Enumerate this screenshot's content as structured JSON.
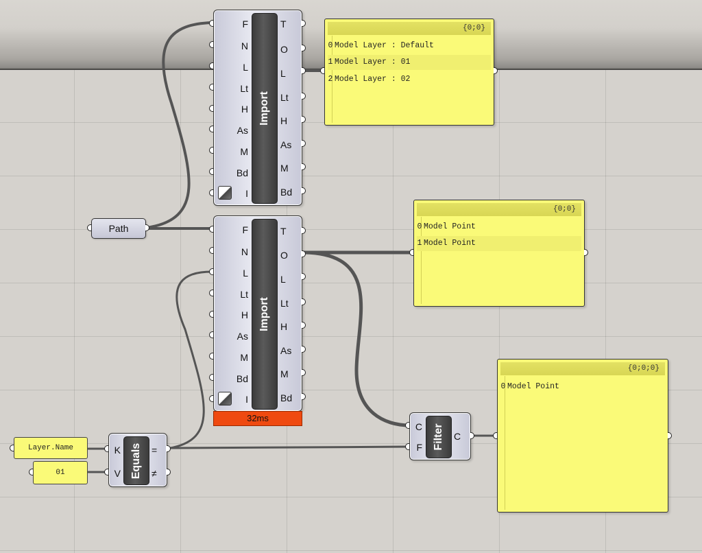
{
  "canvas": {
    "colors": {
      "background": "#d5d2cd",
      "panel": "#fafa78",
      "timer": "#ef4a10",
      "wire": "#555555"
    }
  },
  "path_param": {
    "label": "Path"
  },
  "import_top": {
    "title": "Import",
    "inputs": [
      "F",
      "N",
      "L",
      "Lt",
      "H",
      "As",
      "M",
      "Bd",
      "I"
    ],
    "outputs": [
      "T",
      "O",
      "L",
      "Lt",
      "H",
      "As",
      "M",
      "Bd"
    ]
  },
  "import_bottom": {
    "title": "Import",
    "inputs": [
      "F",
      "N",
      "L",
      "Lt",
      "H",
      "As",
      "M",
      "Bd",
      "I"
    ],
    "outputs": [
      "T",
      "O",
      "L",
      "Lt",
      "H",
      "As",
      "M",
      "Bd"
    ],
    "timer": "32ms"
  },
  "panel_layers": {
    "path": "{0;0}",
    "rows": [
      {
        "index": "0",
        "value": "Model Layer : Default"
      },
      {
        "index": "1",
        "value": "Model Layer : 01"
      },
      {
        "index": "2",
        "value": "Model Layer : 02"
      }
    ]
  },
  "panel_points": {
    "path": "{0;0}",
    "rows": [
      {
        "index": "0",
        "value": "Model Point"
      },
      {
        "index": "1",
        "value": "Model Point"
      }
    ]
  },
  "panel_filtered": {
    "path": "{0;0;0}",
    "rows": [
      {
        "index": "0",
        "value": "Model Point"
      }
    ]
  },
  "equals": {
    "title": "Equals",
    "inputs": [
      "K",
      "V"
    ],
    "outputs": [
      "=",
      "≠"
    ]
  },
  "filter": {
    "title": "Filter",
    "inputs": [
      "C",
      "F"
    ],
    "outputs": [
      "C"
    ]
  },
  "inputs": {
    "layer_name": "Layer.Name",
    "layer_value": "01"
  },
  "icons": {
    "toggle": "input-toggle-icon"
  }
}
